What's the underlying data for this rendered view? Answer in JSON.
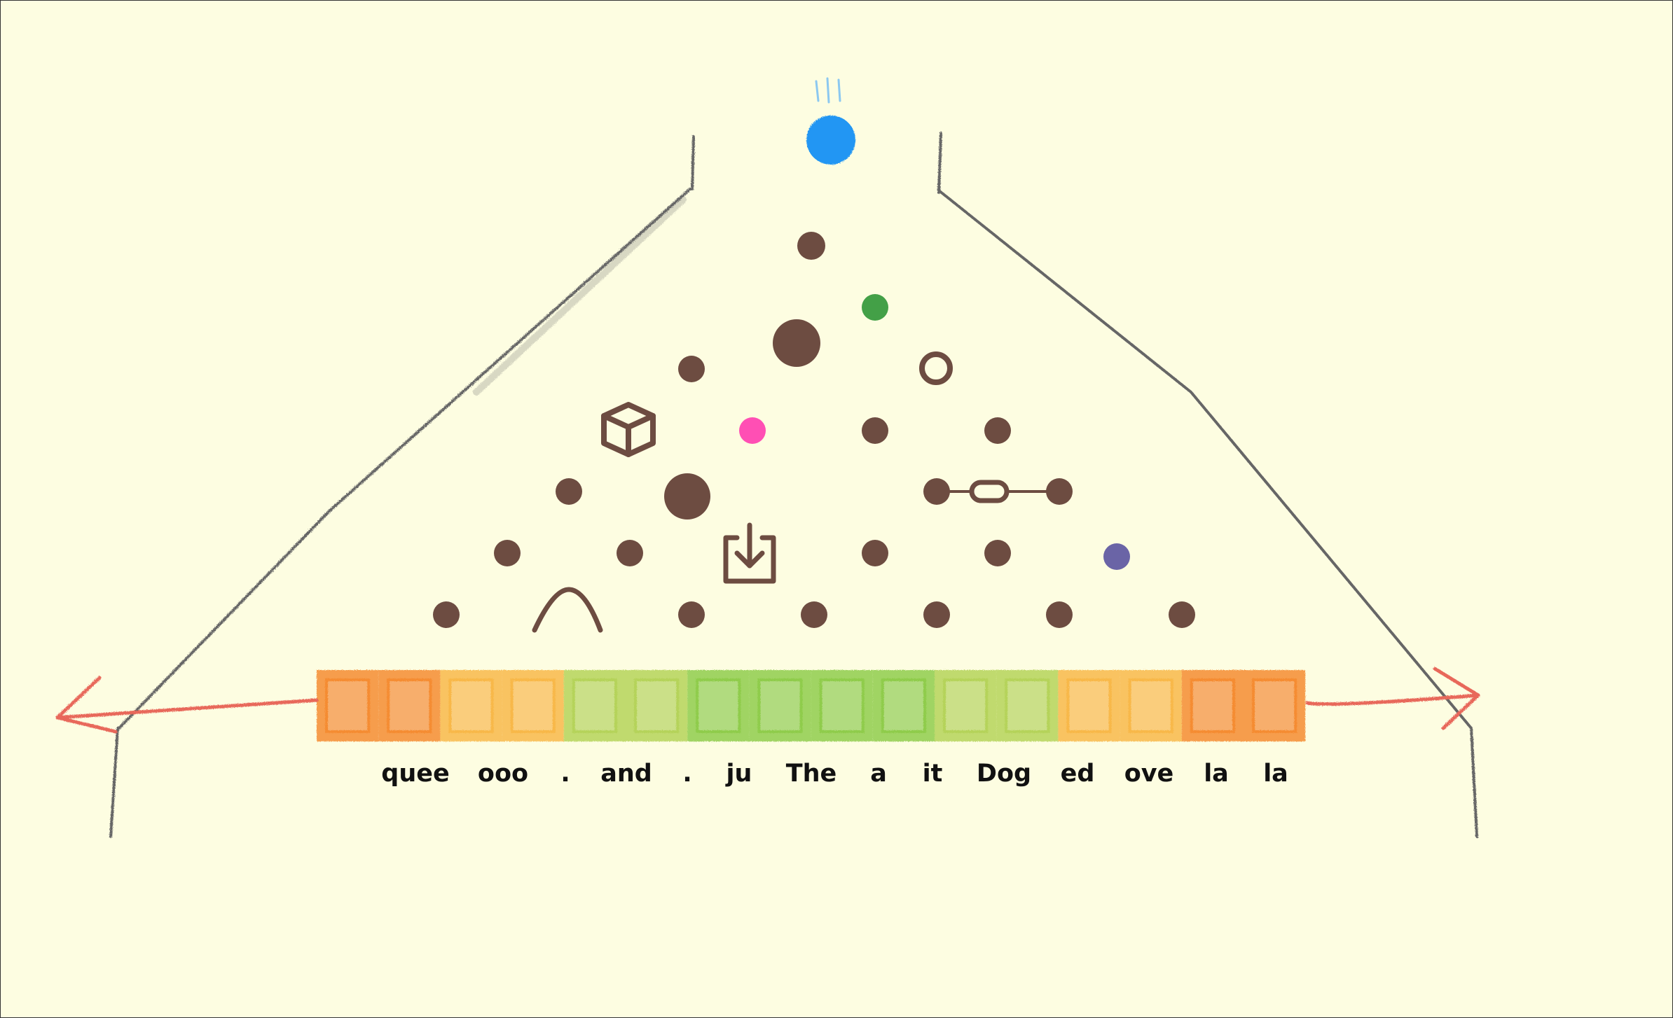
{
  "game": {
    "board": "pachinko-pyramid",
    "ball": {
      "color": "#2196f3",
      "state": "dropping"
    },
    "pegs": {
      "color": "#6d4c41",
      "special": [
        {
          "name": "green-peg",
          "color": "#43a047"
        },
        {
          "name": "pink-peg",
          "color": "#ff4fb4"
        },
        {
          "name": "purple-peg",
          "color": "#6a64a6"
        },
        {
          "name": "ring-peg",
          "icon": "ring-icon"
        },
        {
          "name": "big-peg",
          "icon": "big-dot"
        },
        {
          "name": "cube-peg",
          "icon": "cube-icon"
        },
        {
          "name": "download-peg",
          "icon": "download-box-icon"
        },
        {
          "name": "bumper-peg",
          "icon": "caret-up-icon"
        },
        {
          "name": "link-peg",
          "icon": "chain-link-icon"
        }
      ]
    },
    "bins": {
      "colors": [
        "#f58c32",
        "#f58c32",
        "#f8b84a",
        "#f8b84a",
        "#b5d35a",
        "#b5d35a",
        "#8fcc4c",
        "#8fcc4c",
        "#8fcc4c",
        "#8fcc4c",
        "#b5d35a",
        "#b5d35a",
        "#f8b84a",
        "#f8b84a",
        "#f58c32",
        "#f58c32"
      ],
      "arrow_color": "#e8675a"
    },
    "tokens": [
      "quee",
      "ooo",
      ".",
      "and",
      ".",
      "ju",
      "The",
      "a",
      "it",
      "Dog",
      "ed",
      "ove",
      "la",
      "la"
    ]
  }
}
